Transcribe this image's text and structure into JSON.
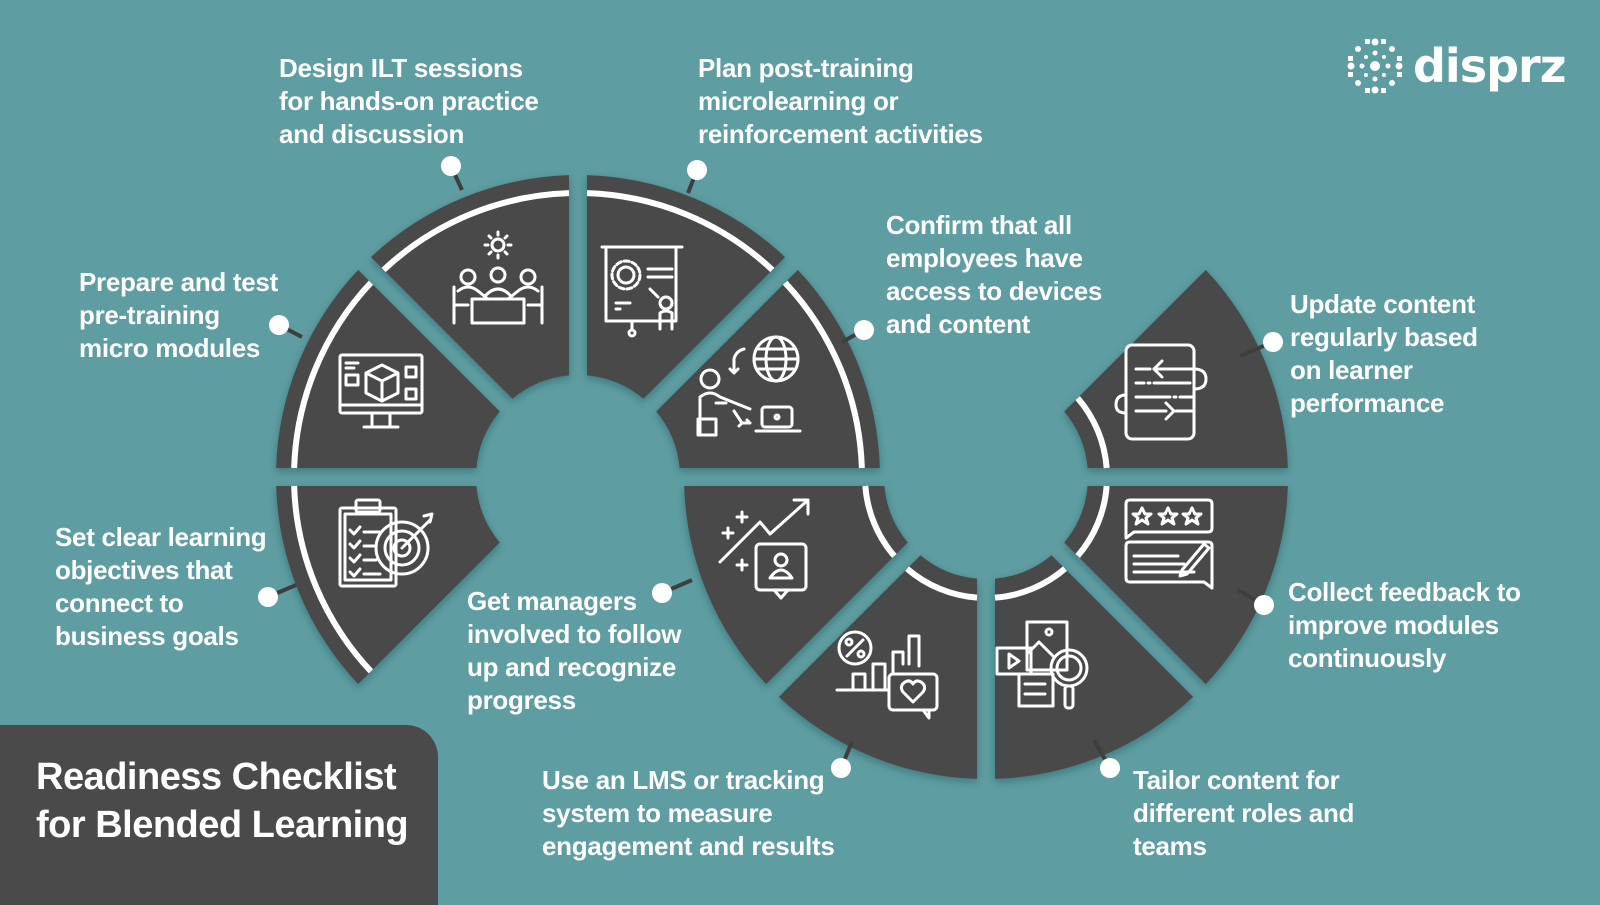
{
  "brand": {
    "name": "disprz",
    "icon": "snowflake-dots-logo-icon"
  },
  "title": "Readiness Checklist\nfor Blended Learning",
  "colors": {
    "background": "#5e9da1",
    "segment": "#4a4a4a",
    "accent_line": "#ffffff",
    "text": "#ffffff"
  },
  "steps": [
    {
      "id": "set-objectives",
      "icon": "clipboard-target-icon",
      "text": "Set clear learning\nobjectives that\nconnect to\nbusiness goals"
    },
    {
      "id": "prepare-modules",
      "icon": "monitor-3d-cube-icon",
      "text": "Prepare and test\npre-training\nmicro modules"
    },
    {
      "id": "design-ilt",
      "icon": "meeting-table-gear-icon",
      "text": "Design ILT sessions\nfor hands-on practice\nand discussion"
    },
    {
      "id": "plan-reinforcement",
      "icon": "presentation-board-icon",
      "text": "Plan post-training\nmicrolearning or\nreinforcement activities"
    },
    {
      "id": "confirm-access",
      "icon": "person-globe-laptop-icon",
      "text": "Confirm that all\nemployees have\naccess to devices\nand content"
    },
    {
      "id": "manager-involvement",
      "icon": "growth-arrow-profile-icon",
      "text": "Get managers\ninvolved to follow\nup and recognize\nprogress"
    },
    {
      "id": "lms-tracking",
      "icon": "percent-bar-chart-heart-icon",
      "text": "Use an LMS or tracking\nsystem to measure\nengagement and results"
    },
    {
      "id": "tailor-content",
      "icon": "media-search-icon",
      "text": "Tailor content for\ndifferent roles and\nteams"
    },
    {
      "id": "collect-feedback",
      "icon": "star-rating-feedback-icon",
      "text": "Collect feedback to\nimprove modules\ncontinuously"
    },
    {
      "id": "update-content",
      "icon": "document-sync-arrows-icon",
      "text": "Update content\nregularly based\non learner\nperformance"
    }
  ]
}
